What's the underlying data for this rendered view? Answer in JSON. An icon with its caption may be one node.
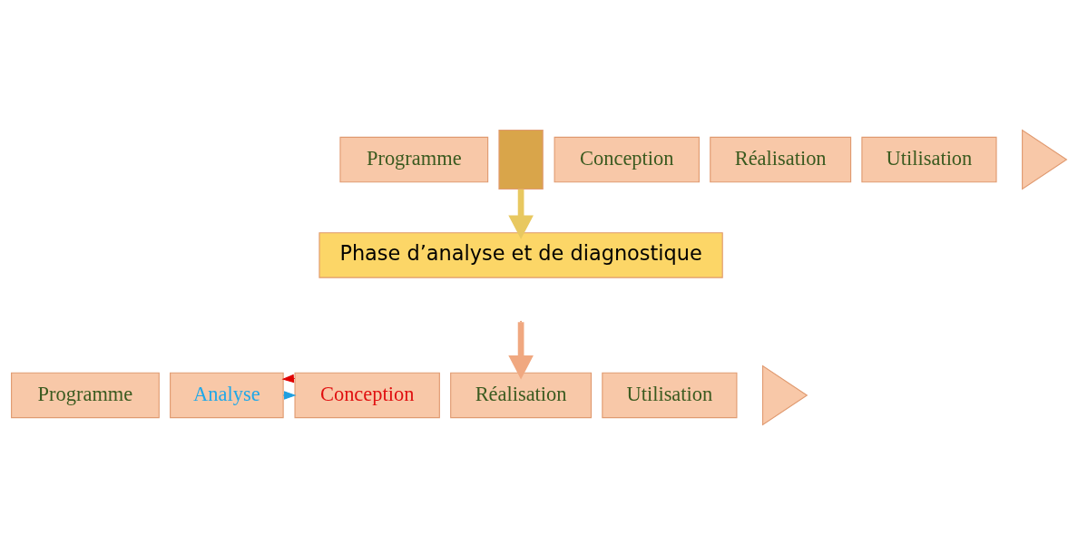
{
  "diagram": {
    "nodes": [
      {
        "text": [
          "Programme"
        ]
      },
      {
        "text": [],
        "shape": "box"
      },
      {
        "text": [
          "Conception"
        ]
      },
      {
        "text": [
          "Réalisation"
        ]
      },
      {
        "text": [
          "Utilisation"
        ]
      },
      {
        "text": [],
        "shape": "triangle"
      },
      {
        "text": [
          "Phase d’analyse et de diagnostique"
        ]
      },
      {
        "text": [
          "Programme"
        ]
      },
      {
        "text": [
          "Analyse"
        ]
      },
      {
        "text": [
          "Conception"
        ]
      },
      {
        "text": [
          "Réalisation"
        ]
      },
      {
        "text": [
          "Utilisation"
        ]
      },
      {
        "text": [],
        "shape": "triangle"
      }
    ],
    "edges": [
      {
        "from": 1,
        "to": 6,
        "arrow": "to",
        "style": "thick",
        "color": "#e8c860"
      },
      {
        "from": null,
        "to": 10,
        "arrow": "to",
        "style": "thick"
      },
      {
        "from": 8,
        "to": 9,
        "arrow": "to",
        "color": "#1e9fe0"
      },
      {
        "from": 9,
        "to": 8,
        "arrow": "to",
        "color": "#e00000"
      }
    ]
  }
}
